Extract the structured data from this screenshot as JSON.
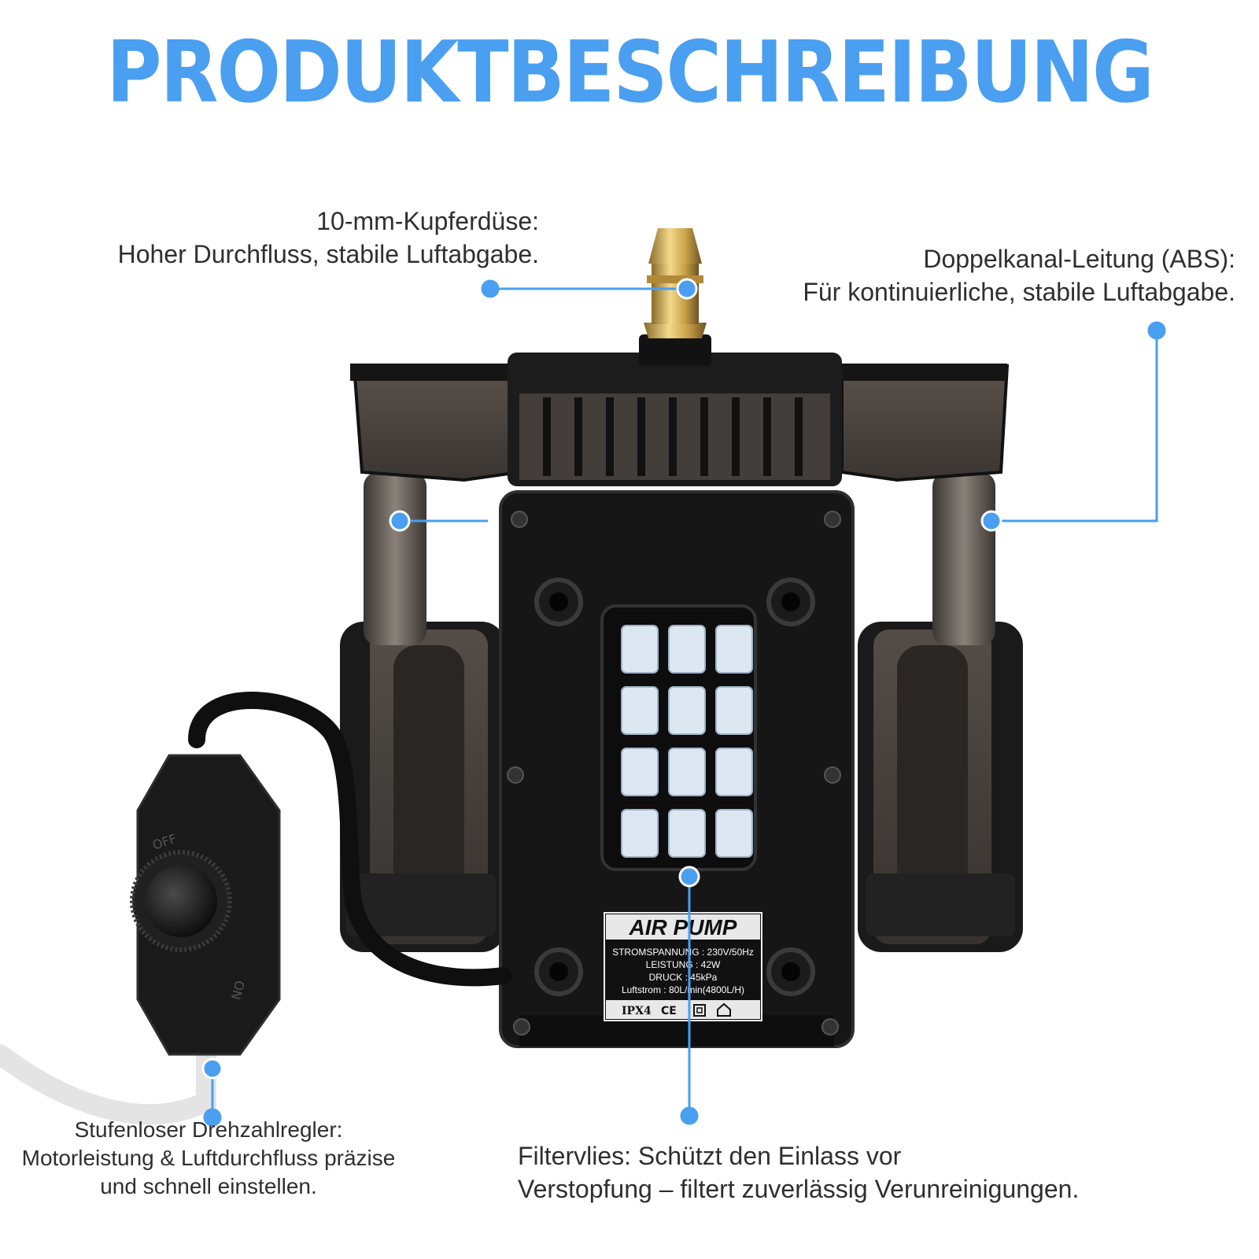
{
  "title": "PRODUKTBESCHREIBUNG",
  "accent_color": "#4a9ff0",
  "callouts": {
    "nozzle": {
      "line1": "10-mm-Kupferdüse:",
      "line2": "Hoher Durchfluss, stabile Luftabgabe."
    },
    "duct": {
      "line1": "Doppelkanal-Leitung (ABS):",
      "line2": "Für kontinuierliche, stabile Luftabgabe."
    },
    "speed": {
      "line1": "Stufenloser Drehzahlregler:",
      "line2": "Motorleistung & Luftdurchfluss präzise",
      "line3": "und schnell einstellen."
    },
    "filter": {
      "line1": "Filtervlies: Schützt den Einlass vor",
      "line2": "Verstopfung – filtert zuverlässig Verunreinigungen."
    }
  },
  "label_plate": {
    "brand": "AIR PUMP",
    "voltage": "STROMSPANNUNG : 230V/50Hz",
    "power": "LEISTUNG : 42W",
    "pressure": "DRUCK : 45kPa",
    "airflow": "Luftstrom : 80L/min(4800L/H)",
    "rating": "IPX4",
    "ce": "CE"
  },
  "dial": {
    "off_label": "OFF",
    "on_label": "ON"
  }
}
